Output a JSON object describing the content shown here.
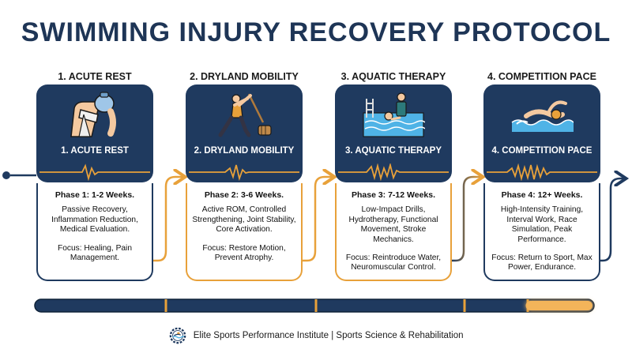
{
  "title": "SWIMMING INJURY RECOVERY PROTOCOL",
  "phases": [
    {
      "label": "1. ACUTE REST",
      "box_title": "1. ACUTE REST",
      "icon": "injured-arm-ice-pack-icon",
      "heading": "Phase 1: 1-2 Weeks.",
      "body": "Passive Recovery, Inflammation Reduction, Medical Evaluation.",
      "focus": "Focus: Healing, Pain Management."
    },
    {
      "label": "2. DRYLAND MOBILITY",
      "box_title": "2. DRYLAND MOBILITY",
      "icon": "stretching-athlete-icon",
      "heading": "Phase 2: 3-6 Weeks.",
      "body": "Active ROM, Controlled Strengthening, Joint Stability, Core Activation.",
      "focus": "Focus: Restore Motion, Prevent Atrophy."
    },
    {
      "label": "3. AQUATIC THERAPY",
      "box_title": "3. AQUATIC THERAPY",
      "icon": "pool-therapy-icon",
      "heading": "Phase 3: 7-12 Weeks.",
      "body": "Low-Impact Drills, Hydrotherapy, Functional Movement, Stroke Mechanics.",
      "focus": "Focus: Reintroduce Water, Neuromuscular Control."
    },
    {
      "label": "4. COMPETITION PACE",
      "box_title": "4. COMPETITION PACE",
      "icon": "swimmer-freestyle-icon",
      "heading": "Phase 4: 12+ Weeks.",
      "body": "High-Intensity Training, Interval Work, Race Simulation, Peak Performance.",
      "focus": "Focus: Return to Sport, Max Power, Endurance."
    }
  ],
  "progress": {
    "value": 0.88
  },
  "footer": {
    "text": "Elite Sports Performance Institute | Sports Science & Rehabilitation",
    "logo_icon": "gear-swimmer-logo-icon"
  },
  "colors": {
    "navy": "#1f3a5f",
    "orange": "#e8a13a"
  }
}
